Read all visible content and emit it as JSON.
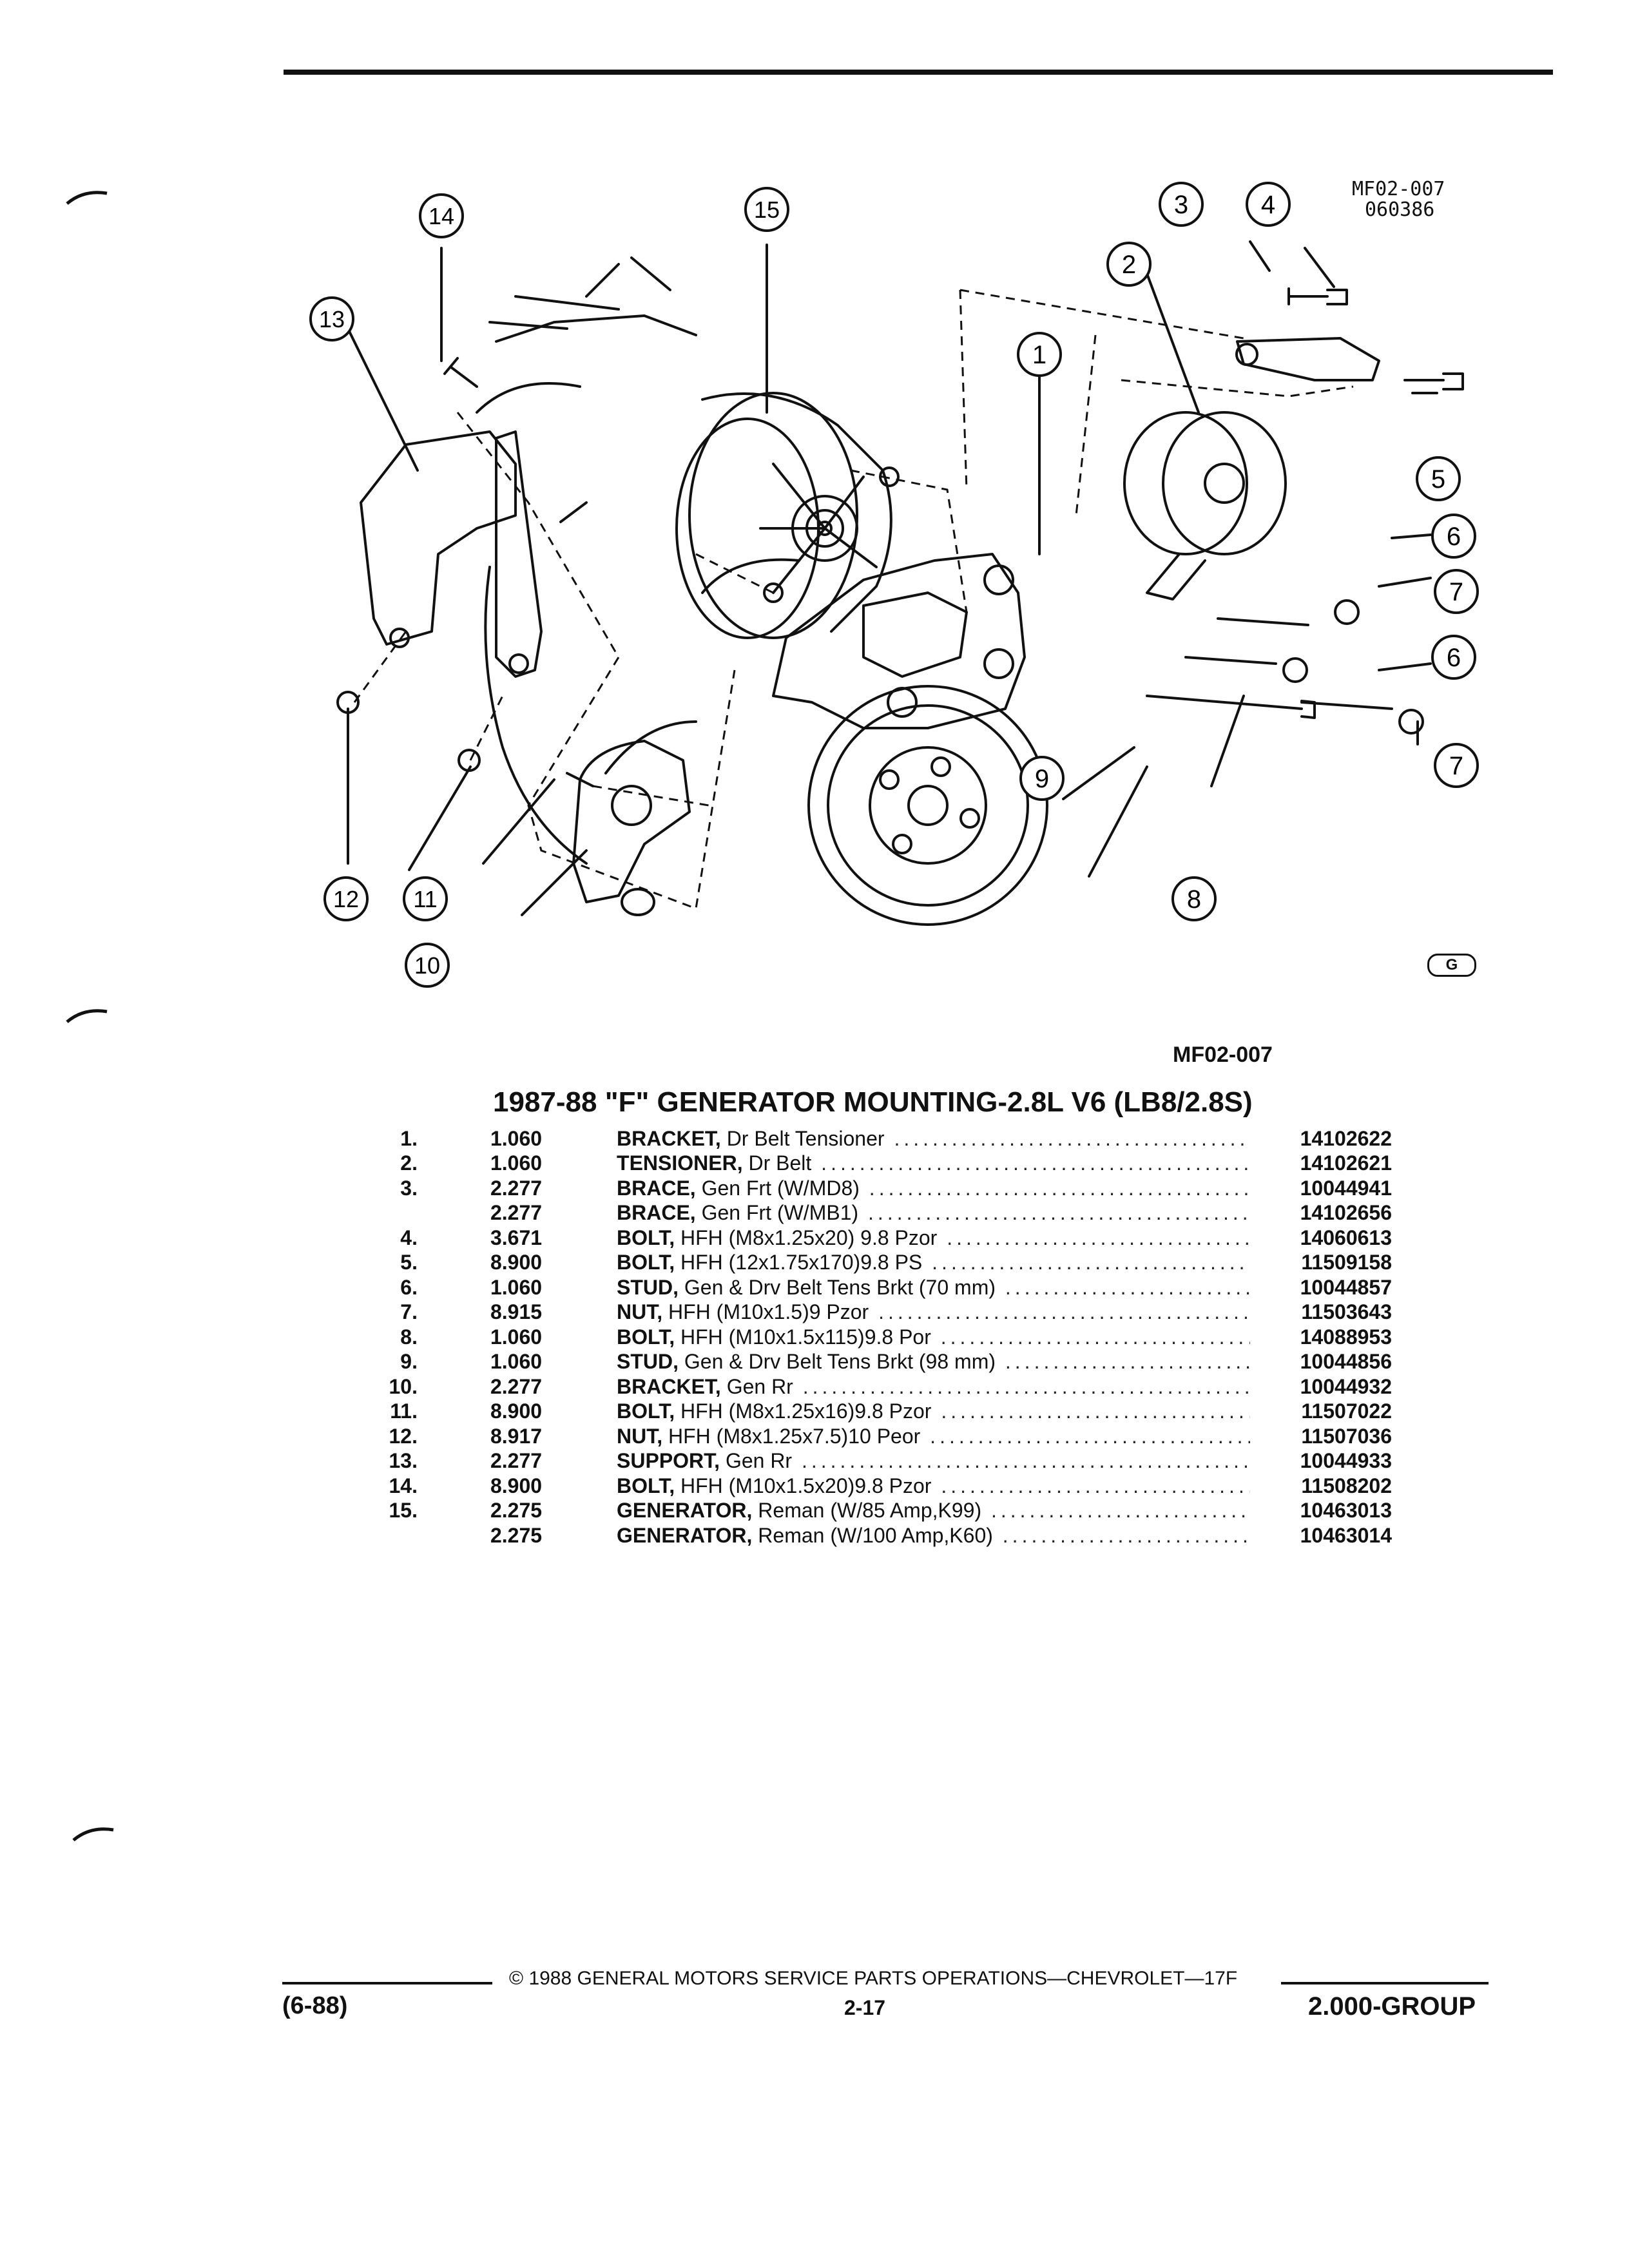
{
  "figure": {
    "id_lines": [
      "MF02-007",
      "060386"
    ],
    "code": "MF02-007",
    "callouts": [
      "1",
      "2",
      "3",
      "4",
      "5",
      "6",
      "7",
      "8",
      "9",
      "10",
      "11",
      "12",
      "13",
      "14",
      "15"
    ]
  },
  "section_title": "1987-88 \"F\" GENERATOR MOUNTING-2.8L V6 (LB8/2.8S)",
  "parts": [
    {
      "num": "1.",
      "code": "1.060",
      "name": "BRACKET,",
      "desc": "Dr Belt Tensioner",
      "pn": "14102622"
    },
    {
      "num": "2.",
      "code": "1.060",
      "name": "TENSIONER,",
      "desc": "Dr Belt",
      "pn": "14102621"
    },
    {
      "num": "3.",
      "code": "2.277",
      "name": "BRACE,",
      "desc": "Gen Frt (W/MD8)",
      "pn": "10044941"
    },
    {
      "num": "",
      "code": "2.277",
      "name": "BRACE,",
      "desc": "Gen Frt (W/MB1)",
      "pn": "14102656"
    },
    {
      "num": "4.",
      "code": "3.671",
      "name": "BOLT,",
      "desc": "HFH (M8x1.25x20) 9.8 Pzor",
      "pn": "14060613"
    },
    {
      "num": "5.",
      "code": "8.900",
      "name": "BOLT,",
      "desc": "HFH (12x1.75x170)9.8 PS",
      "pn": "11509158"
    },
    {
      "num": "6.",
      "code": "1.060",
      "name": "STUD,",
      "desc": "Gen & Drv Belt Tens Brkt (70 mm)",
      "pn": "10044857"
    },
    {
      "num": "7.",
      "code": "8.915",
      "name": "NUT,",
      "desc": "HFH (M10x1.5)9 Pzor",
      "pn": "11503643"
    },
    {
      "num": "8.",
      "code": "1.060",
      "name": "BOLT,",
      "desc": "HFH (M10x1.5x115)9.8 Por",
      "pn": "14088953"
    },
    {
      "num": "9.",
      "code": "1.060",
      "name": "STUD,",
      "desc": "Gen & Drv Belt Tens Brkt (98 mm)",
      "pn": "10044856"
    },
    {
      "num": "10.",
      "code": "2.277",
      "name": "BRACKET,",
      "desc": "Gen Rr",
      "pn": "10044932"
    },
    {
      "num": "11.",
      "code": "8.900",
      "name": "BOLT,",
      "desc": "HFH (M8x1.25x16)9.8 Pzor",
      "pn": "11507022"
    },
    {
      "num": "12.",
      "code": "8.917",
      "name": "NUT,",
      "desc": "HFH (M8x1.25x7.5)10 Peor",
      "pn": "11507036"
    },
    {
      "num": "13.",
      "code": "2.277",
      "name": "SUPPORT,",
      "desc": "Gen Rr",
      "pn": "10044933"
    },
    {
      "num": "14.",
      "code": "8.900",
      "name": "BOLT,",
      "desc": "HFH (M10x1.5x20)9.8 Pzor",
      "pn": "11508202"
    },
    {
      "num": "15.",
      "code": "2.275",
      "name": "GENERATOR,",
      "desc": "Reman (W/85 Amp,K99)",
      "pn": "10463013"
    },
    {
      "num": "",
      "code": "2.275",
      "name": "GENERATOR,",
      "desc": "Reman (W/100 Amp,K60)",
      "pn": "10463014"
    }
  ],
  "footer": {
    "copyright": "© 1988 GENERAL MOTORS SERVICE PARTS OPERATIONS—CHEVROLET—17F",
    "date": "(6-88)",
    "page": "2-17",
    "group": "2.000-GROUP"
  },
  "logo_glyph": "G"
}
